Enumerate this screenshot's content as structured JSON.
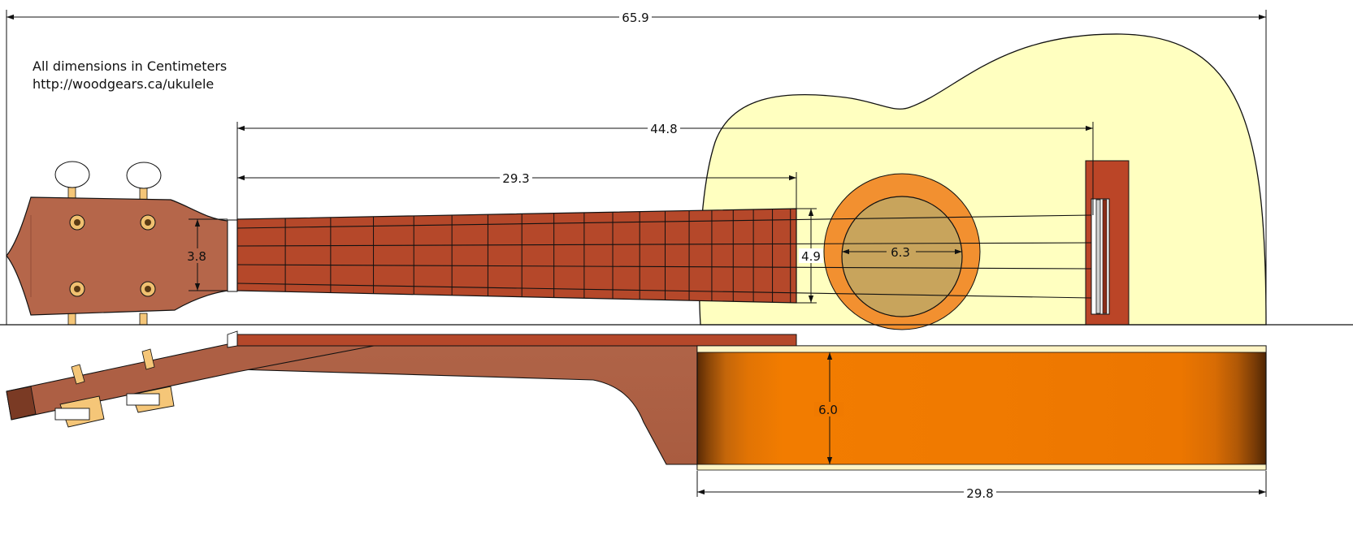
{
  "notes": {
    "units": "All dimensions in Centimeters",
    "url": "http://woodgears.ca/ukulele"
  },
  "dimensions": {
    "overall_length": "65.9",
    "scale_length": "44.8",
    "neck_length": "29.3",
    "nut_width": "3.8",
    "neck_end_width": "4.9",
    "soundhole_diameter": "6.3",
    "body_depth": "6.0",
    "body_length": "29.8"
  },
  "colors": {
    "body_top": "#ffffc0",
    "fretboard": "#b5482a",
    "headstock": "#b5664a",
    "soundhole_ring": "#f29030",
    "soundhole": "#c8a45c",
    "bridge": "#bb4527",
    "side_wood": "#f07800",
    "tuner_button": "#ffffff",
    "tuner_post": "#f5c678"
  }
}
